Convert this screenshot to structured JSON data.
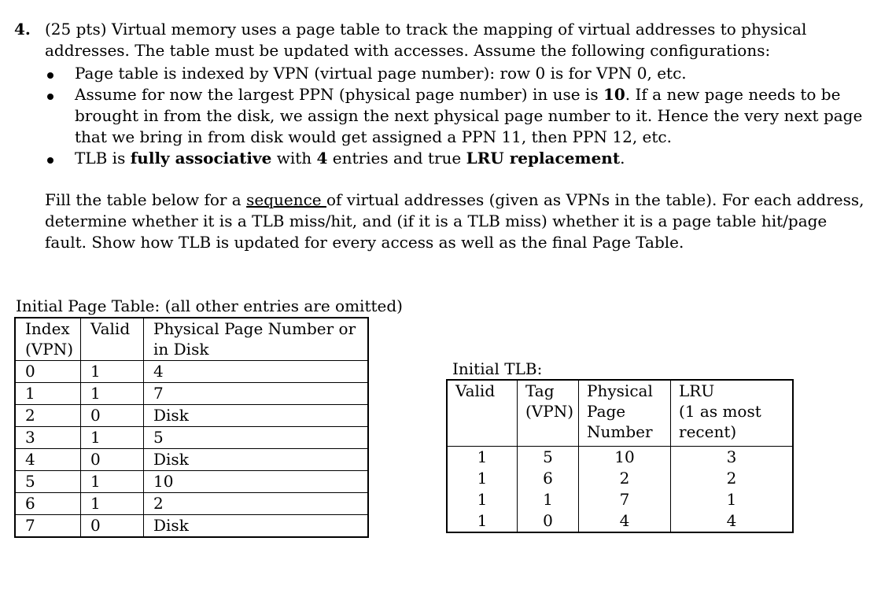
{
  "question": {
    "number": "4.",
    "line1": "(25 pts) Virtual memory uses a page table to track the mapping of virtual addresses to physical",
    "line2": "addresses. The table must be updated with accesses. Assume the following configurations:",
    "bullets": [
      {
        "lines": [
          "Page table is indexed by VPN (virtual page number): row 0 is for VPN 0, etc."
        ]
      },
      {
        "l1a": "Assume for now the largest PPN (physical page number) in use is ",
        "l1b": "10",
        "l1c": ". If a new page needs to be",
        "l2": "brought in from the disk, we assign the next physical page number to it. Hence the very next page",
        "l3": "that we bring in from disk would get assigned a PPN 11, then PPN 12, etc."
      },
      {
        "a": "TLB is ",
        "b": "fully associative",
        "c": " with ",
        "d": "4",
        "e": " entries and true ",
        "f": "LRU replacement",
        "g": "."
      }
    ],
    "fill_l1a": "Fill the table below for a ",
    "fill_l1u": "sequence ",
    "fill_l1b": "of virtual addresses (given as VPNs in the table).  For each address,",
    "fill_l2": "determine whether it is a TLB miss/hit, and (if it is a TLB miss) whether it is a page table hit/page",
    "fill_l3": "fault. Show how TLB is updated for every access as well as the final Page Table."
  },
  "page_table": {
    "caption": "Initial Page Table: (all other entries are omitted)",
    "headers": [
      "Index\n(VPN)",
      "Valid",
      "Physical Page Number or\nin Disk"
    ],
    "rows": [
      [
        "0",
        "1",
        "4"
      ],
      [
        "1",
        "1",
        "7"
      ],
      [
        "2",
        "0",
        "Disk"
      ],
      [
        "3",
        "1",
        "5"
      ],
      [
        "4",
        "0",
        "Disk"
      ],
      [
        "5",
        "1",
        "10"
      ],
      [
        "6",
        "1",
        "2"
      ],
      [
        "7",
        "0",
        "Disk"
      ]
    ]
  },
  "tlb": {
    "caption": "Initial TLB:",
    "headers": [
      "Valid",
      "Tag\n(VPN)",
      "Physical\nPage\nNumber",
      "LRU\n(1 as most\nrecent)"
    ],
    "rows": [
      [
        "1",
        "5",
        "10",
        "3"
      ],
      [
        "1",
        "6",
        "2",
        "2"
      ],
      [
        "1",
        "1",
        "7",
        "1"
      ],
      [
        "1",
        "0",
        "4",
        "4"
      ]
    ]
  }
}
